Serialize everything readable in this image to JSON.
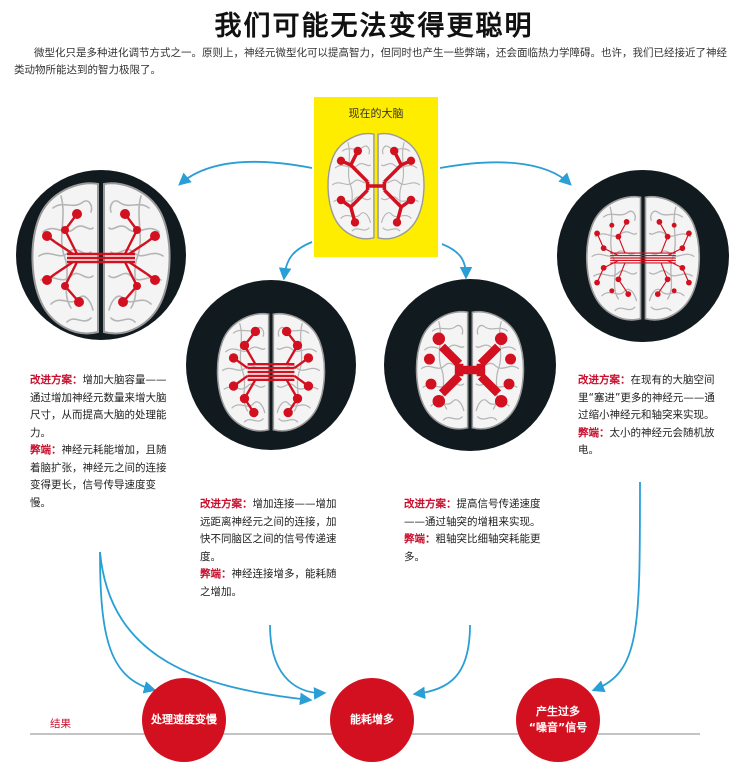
{
  "title": "我们可能无法变得更聪明",
  "intro": "微型化只是多种进化调节方式之一。原则上，神经元微型化可以提高智力，但同时也产生一些弊端，还会面临热力学障碍。也许，我们已经接近了神经类动物所能达到的智力极限了。",
  "current_brain_label": "现在的大脑",
  "improve_label": "改进方案：",
  "drawback_label": "弊端：",
  "options": [
    {
      "improve": "增加大脑容量——通过增加神经元数量来增大脑尺寸，从而提高大脑的处理能力。",
      "drawback": "神经元耗能增加，且随着脑扩张，神经元之间的连接变得更长，信号传导速度变慢。"
    },
    {
      "improve": "增加连接——增加远距离神经元之间的连接，加快不同脑区之间的信号传递速度。",
      "drawback": "神经连接增多，能耗随之增加。"
    },
    {
      "improve": "提高信号传递速度——通过轴突的增粗来实现。",
      "drawback": "粗轴突比细轴突耗能更多。"
    },
    {
      "improve": "在现有的大脑空间里“塞进”更多的神经元——通过缩小神经元和轴突来实现。",
      "drawback": "太小的神经元会随机放电。"
    }
  ],
  "result_label": "结果",
  "results": [
    "处理速度变慢",
    "能耗增多",
    "产生过多",
    "“噪音”信号"
  ],
  "colors": {
    "accent_red": "#c8102e",
    "arrow_blue": "#2a9fd6",
    "yellow": "#ffed00",
    "dark_circle": "#111a1f"
  }
}
